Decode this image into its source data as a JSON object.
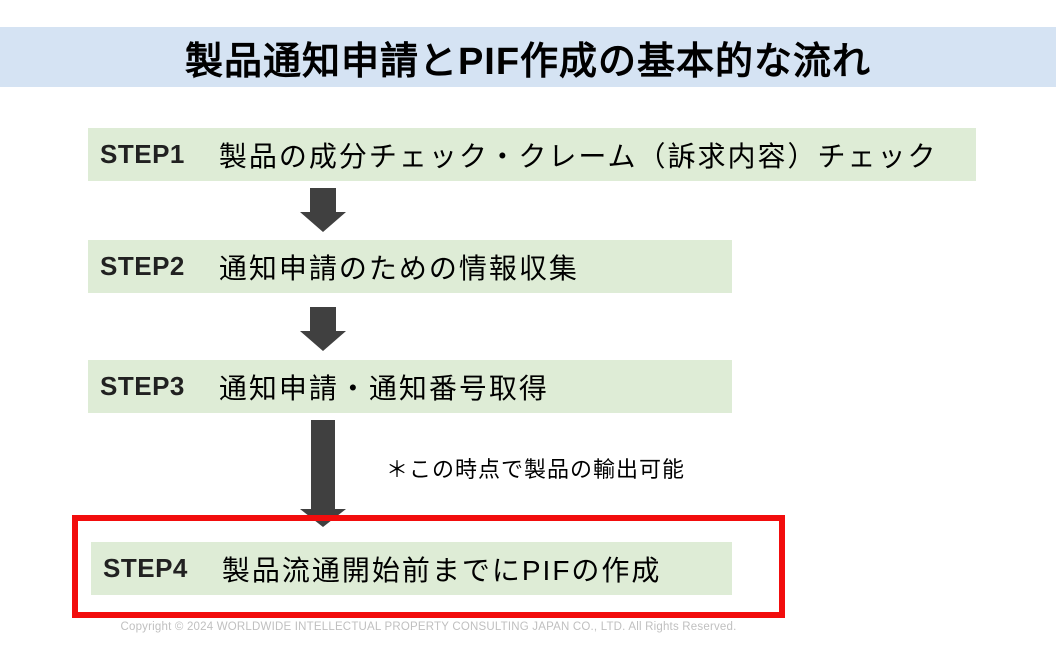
{
  "title": {
    "text": "製品通知申請とPIF作成の基本的な流れ"
  },
  "steps": [
    {
      "label": "STEP1",
      "description": "製品の成分チェック・クレーム（訴求内容）チェック",
      "highlighted": false
    },
    {
      "label": "STEP2",
      "description": "通知申請のための情報収集",
      "highlighted": false
    },
    {
      "label": "STEP3",
      "description": "通知申請・通知番号取得",
      "highlighted": false
    },
    {
      "label": "STEP4",
      "description": "製品流通開始前までにPIFの作成",
      "highlighted": true
    }
  ],
  "note": {
    "text": "＊この時点で製品の輸出可能"
  },
  "footer": {
    "copyright": "Copyright © 2024 WORLDWIDE INTELLECTUAL PROPERTY CONSULTING JAPAN CO., LTD. All Rights Reserved."
  },
  "colors": {
    "title_bg": "#d5e3f3",
    "step_bg": "#deecd6",
    "arrow": "#404040",
    "highlight_border": "#f20d0d",
    "text": "#000000",
    "copyright_text": "#c0c0c0"
  }
}
